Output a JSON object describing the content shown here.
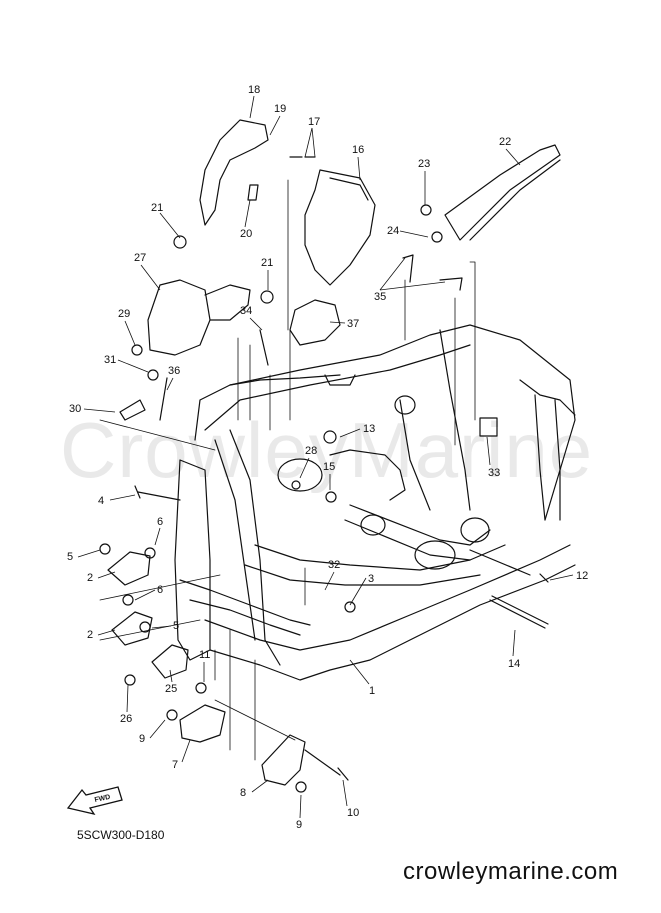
{
  "diagram_code": "5SCW300-D180",
  "watermark": "CrowleyMarine",
  "site": "crowleymarine.com",
  "fwd_label": "FWD",
  "callouts": [
    "1",
    "2",
    "2",
    "3",
    "4",
    "5",
    "5",
    "6",
    "6",
    "7",
    "8",
    "9",
    "9",
    "10",
    "11",
    "12",
    "13",
    "14",
    "15",
    "16",
    "17",
    "18",
    "19",
    "20",
    "21",
    "21",
    "22",
    "23",
    "24",
    "25",
    "26",
    "27",
    "28",
    "29",
    "30",
    "31",
    "32",
    "33",
    "34",
    "35",
    "36",
    "37"
  ]
}
